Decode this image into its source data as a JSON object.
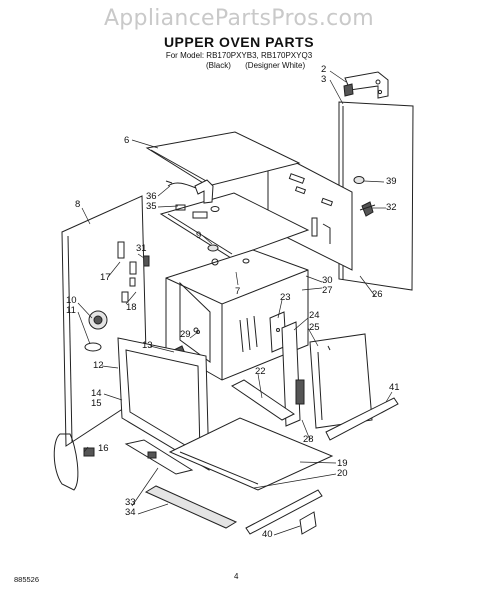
{
  "watermark": "AppliancePartsPros.com",
  "title": "UPPER OVEN PARTS",
  "subtitle": "For Model: RB170PXYB3, RB170PXYQ3",
  "color_black": "(Black)",
  "color_white": "(Designer White)",
  "footer_code": "885526",
  "page_number": "4",
  "callouts": {
    "c2": "2",
    "c3": "3",
    "c6": "6",
    "c8": "8",
    "c9": "9",
    "c10": "10",
    "c11": "11",
    "c12": "12",
    "c13": "13",
    "c14": "14",
    "c15": "15",
    "c16": "16",
    "c17": "17",
    "c18": "18",
    "c19": "19",
    "c20": "20",
    "c22": "22",
    "c23": "23",
    "c24": "24",
    "c25": "25",
    "c26": "26",
    "c27": "27",
    "c28": "28",
    "c29": "29",
    "c30": "30",
    "c31": "31",
    "c32": "32",
    "c33": "33",
    "c34": "34",
    "c35": "35",
    "c36": "36",
    "c39": "39",
    "c40": "40",
    "c41": "41",
    "c7": "7"
  }
}
